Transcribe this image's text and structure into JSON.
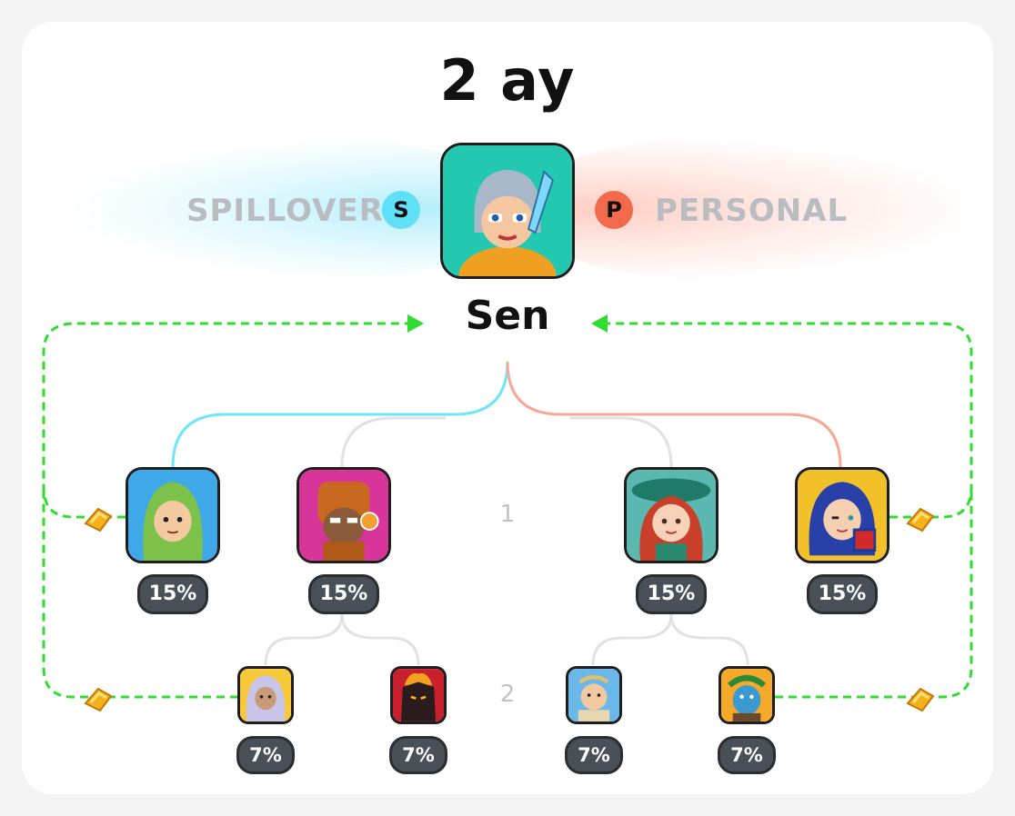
{
  "header": {
    "title": "2 ay"
  },
  "center": {
    "name": "Sen",
    "left_label": "SPILLOVER",
    "left_badge": "S",
    "right_label": "PERSONAL",
    "right_badge": "P"
  },
  "levels": [
    "1",
    "2"
  ],
  "tier1": [
    {
      "name": "hooded-ranger",
      "percent": "15%"
    },
    {
      "name": "bearded-warrior",
      "percent": "15%"
    },
    {
      "name": "red-haired-witch",
      "percent": "15%"
    },
    {
      "name": "blue-haired-mage",
      "percent": "15%"
    }
  ],
  "tier2": [
    {
      "name": "silver-haired-elf",
      "percent": "7%"
    },
    {
      "name": "fire-demon",
      "percent": "7%"
    },
    {
      "name": "laurel-hero",
      "percent": "7%"
    },
    {
      "name": "blue-troll",
      "percent": "7%"
    }
  ],
  "colors": {
    "spillover": "#5fe0f7",
    "personal": "#f26a4c",
    "flow_arrows": "#2fdc2f",
    "tree_lines": "#e2e2e2",
    "pill": "#4a5058"
  },
  "icons": [
    "coin-icon",
    "arrow-right-icon",
    "arrow-left-icon"
  ]
}
